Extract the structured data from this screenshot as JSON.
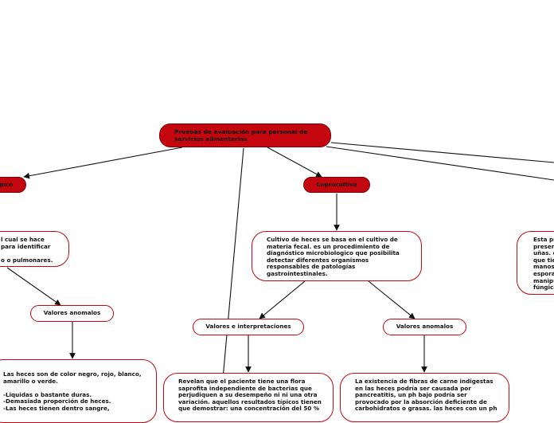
{
  "colors": {
    "accent": "#c4070f",
    "line": "#111111",
    "text": "#111111"
  },
  "nodes": {
    "root": "Pruebas de evaluación para personal de servicios alimentarios",
    "left_branch": "pico",
    "coprocultivo": "Coprocultivo",
    "left_desc": "l cual se hace\npara identificar\n\no o pulmonares.",
    "valores_anomalos_left": "Valores anomalos",
    "coprocultivo_desc": "Cultivo de heces se basa en el cultivo de materia fecal. es un procedimiento de diagnóstico microbiologico que posibilita detectar diferentes organismos responsables de patologías gastrointestinales.",
    "right_desc": "Esta pr\npresenc\nuñas. e\nque tie\nmanos\nesporas\nmanipu\nfúngica",
    "valores_interpretaciones": "Valores e interpretaciones",
    "valores_anomalos_mid": "Valores anomalos",
    "left_bottom": "Las heces son de color negro, rojo, blanco, amarillo o verde.\n\n-Liquidas o bastante duras.\n-Demasiada proporción de heces.\n-Las heces tienen dentro sangre,",
    "mid_bottom": "Revelan que el paciente tiene una flora saprofita independiente de bacterias que perjudiquen a su desempeño ni ni una otra variación. aquellos resultados típicos tienen que demostrar: una concentración del 50 %",
    "right_bottom": "La existencia de fibras de carne indigestas en las heces podría ser causada por pancreatitis, un ph bajo podría ser provocado por la absorción deficiente de carbohidratos o grasas. las heces con un ph"
  }
}
